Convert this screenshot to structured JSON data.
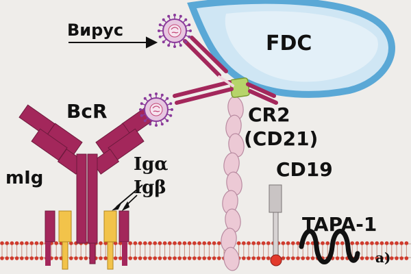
{
  "labels": {
    "virus": "Вирус",
    "fdc": "FDC",
    "bcr": "BcR",
    "cr2": "CR2",
    "cd21": "(CD21)",
    "mig": "mIg",
    "ig_alpha": "Igα",
    "ig_beta": "Igβ",
    "cd19": "CD19",
    "tapa1": "TAPA-1",
    "panel": "a)"
  },
  "colors": {
    "background": "#efedea",
    "fdc_fill": "#cfe6f4",
    "fdc_edge": "#5aa8d6",
    "bcr": "#a3275b",
    "bcr_light": "#c24675",
    "ig_yellow": "#f2c34a",
    "cr2": "#ecc9d5",
    "cr2_edge": "#b88aa0",
    "cr2_head": "#b6d46a",
    "cd19_stem": "#c9c4c4",
    "cd19_ball": "#e23a2c",
    "membrane_head": "#cf3a2c",
    "tapa": "#111111",
    "virus_spikes": "#8a3a9a"
  }
}
